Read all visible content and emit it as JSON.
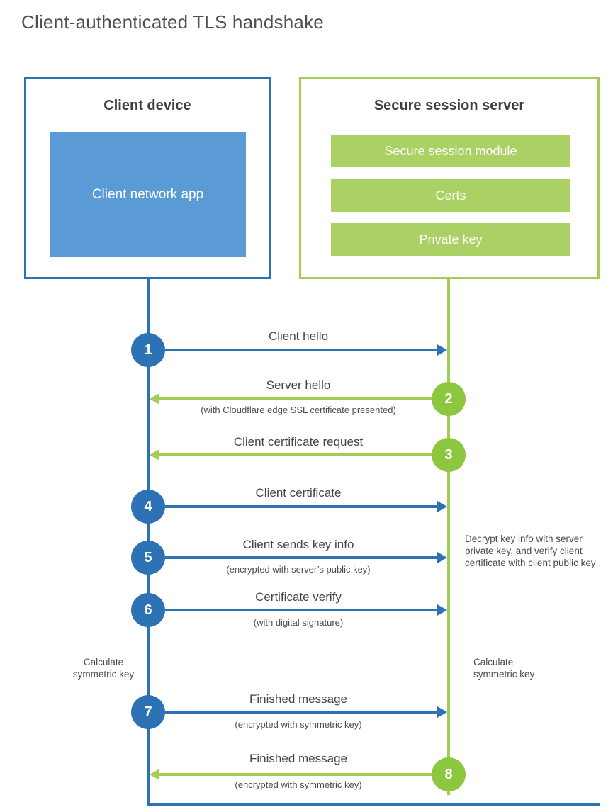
{
  "title": "Client-authenticated TLS handshake",
  "colors": {
    "blue": "#2d72b5",
    "blue_light": "#5b9bd5",
    "green_line": "#a2ce58",
    "green_circle": "#8dc63f",
    "green_bar": "#abd164",
    "text": "#4a4a4a"
  },
  "client": {
    "heading": "Client device",
    "app_label": "Client network app"
  },
  "server": {
    "heading": "Secure session server",
    "modules": [
      "Secure session module",
      "Certs",
      "Private key"
    ]
  },
  "steps": [
    {
      "num": "1",
      "label": "Client hello",
      "sub": "",
      "direction": "client-to-server"
    },
    {
      "num": "2",
      "label": "Server hello",
      "sub": "(with Cloudflare edge SSL certificate presented)",
      "direction": "server-to-client"
    },
    {
      "num": "3",
      "label": "Client certificate request",
      "sub": "",
      "direction": "server-to-client"
    },
    {
      "num": "4",
      "label": "Client certificate",
      "sub": "",
      "direction": "client-to-server"
    },
    {
      "num": "5",
      "label": "Client sends key info",
      "sub": "(encrypted with server’s public key)",
      "direction": "client-to-server"
    },
    {
      "num": "6",
      "label": "Certificate verify",
      "sub": "(with digital signature)",
      "direction": "client-to-server"
    },
    {
      "num": "7",
      "label": "Finished message",
      "sub": "(encrypted with symmetric key)",
      "direction": "client-to-server"
    },
    {
      "num": "8",
      "label": "Finished message",
      "sub": "(encrypted with symmetric key)",
      "direction": "server-to-client"
    }
  ],
  "notes": {
    "decrypt": "Decrypt key info with server private key, and verify client certificate with client public key",
    "calc_left": "Calculate\nsymmetric key",
    "calc_right": "Calculate\nsymmetric key"
  }
}
